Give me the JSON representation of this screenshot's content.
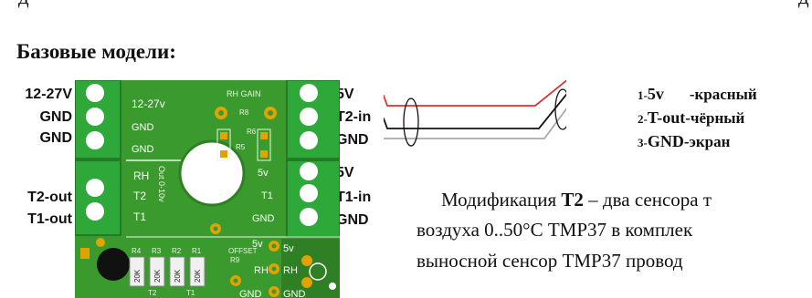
{
  "top_line": {
    "left": "д",
    "right": "д"
  },
  "heading": "Базовые модели:",
  "board": {
    "left_labels": [
      "12-27V",
      "GND",
      "GND",
      "T2-out",
      "T1-out"
    ],
    "right_labels": [
      "5V",
      "T2-in",
      "GND",
      "5V",
      "T1-in",
      "GND"
    ],
    "silk": {
      "v_in": "12-27v",
      "gnd1": "GND",
      "gnd2": "GND",
      "rh": "RH",
      "t2": "T2",
      "t1": "T1",
      "out_range": "Out 0-10v",
      "rh_gain": "RH GAIN",
      "r8": "R8",
      "r6": "R6",
      "r5": "R5",
      "v5_a": "5v",
      "t1_b": "T1",
      "gnd3": "GND",
      "offset": "OFFSET",
      "r9": "R9",
      "v5_b": "5v",
      "rh_b": "RH",
      "gnd4": "GND",
      "r4": "R4",
      "r3": "R3",
      "r2": "R2",
      "r1": "R1",
      "res1": "20K",
      "res2": "20K",
      "res3": "20K",
      "res4": "20K",
      "t2_b": "T2",
      "t1_c": "T1",
      "rh_c": "RH",
      "gnd5": "GND"
    }
  },
  "sensor": {
    "pins": [
      "1",
      "2",
      "3"
    ],
    "legend": [
      {
        "num": "1-",
        "name": "5v",
        "desc": "-красный"
      },
      {
        "num": "2-",
        "name": "T-out",
        "desc": "-чёрный"
      },
      {
        "num": "3-",
        "name": "GND",
        "desc": "-экран"
      }
    ]
  },
  "paragraph": {
    "line1_prefix": "Модификация ",
    "line1_bold": "T2",
    "line1_rest": " – два сенсора т",
    "line2": "воздуха 0..50°С TMP37 в комплек",
    "line3": "выносной сенсор TMP37 провод"
  },
  "colors": {
    "pcb": "#3a9a2e",
    "pcb_dark": "#2f7f25",
    "terminal": "#2fa83a",
    "pad": "#e2a200",
    "wire_red": "#e03030",
    "wire_black": "#111111",
    "wire_shield": "#aaaaaa"
  }
}
